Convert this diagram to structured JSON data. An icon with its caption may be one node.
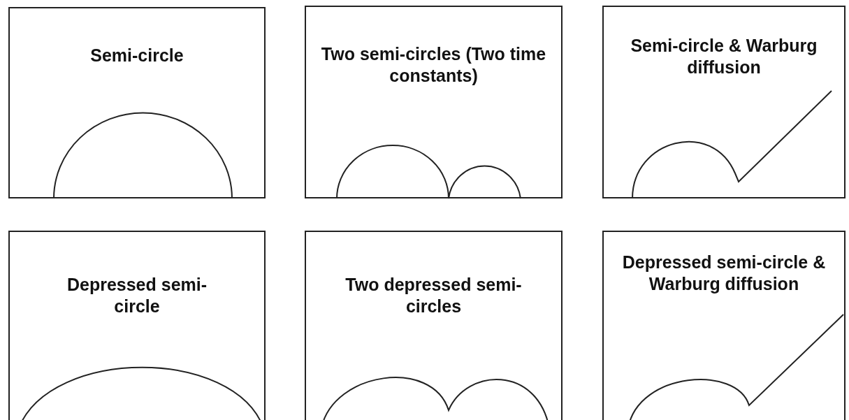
{
  "diagram": {
    "nodes": [
      {
        "text": [
          "Semi-circle"
        ]
      },
      {
        "text": [
          "Two semi-circles (Two time constants)"
        ]
      },
      {
        "text": [
          "Semi-circle & Warburg diffusion"
        ]
      },
      {
        "text": [
          "Depressed semi-circle"
        ]
      },
      {
        "text": [
          "Two depressed semi-circles"
        ]
      },
      {
        "text": [
          "Depressed semi-circle & Warburg diffusion"
        ]
      }
    ]
  }
}
